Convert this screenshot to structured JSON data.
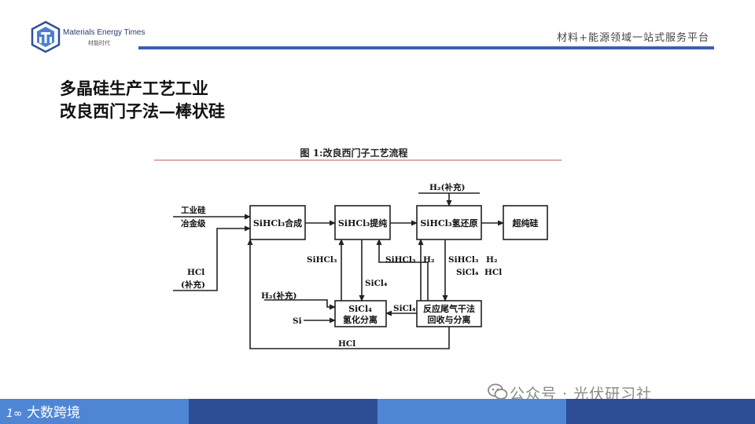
{
  "header": {
    "brand_en": "Materials Energy Times",
    "brand_cn": "材能时代",
    "tagline": "材料+能源领域一站式服务平台",
    "accent": "#3d5fae"
  },
  "slide": {
    "title_line1": "多晶硅生产工艺工业",
    "title_line2": "改良西门子法—棒状硅"
  },
  "figure": {
    "caption": "图 1:改良西门子工艺流程",
    "boxes": {
      "synth": "SiHCl₃合成",
      "purify": "SiHCl₃提纯",
      "reduce": "SiHCl₃氢还原",
      "product": "超纯硅",
      "hydro_1": "SiCl₄",
      "hydro_2": "氢化分离",
      "recover_1": "反应尾气干法",
      "recover_2": "回收与分离"
    },
    "labels": {
      "feed_si_1": "工业硅",
      "feed_si_2": "冶金级",
      "hcl_in": "HCl",
      "hcl_in_note": "(补充)",
      "h2_top": "H₂(补充)",
      "stream_sihcl3_a": "SiHCl₃",
      "stream_sicl4_a": "SiCl₄",
      "stream_sihcl3_b": "SiHCl₃",
      "stream_h2_a": "H₂",
      "stream_sihcl3_c": "SiHCl₃",
      "stream_h2_b": "H₂",
      "stream_sicl4_b": "SiCl₄",
      "stream_hcl_b": "HCl",
      "h2_side": "H₂(补充)",
      "si_side": "Si",
      "sicl4_recycle": "SiCl₄",
      "hcl_recycle": "HCl"
    }
  },
  "footer": {
    "watermark": "公众号 · 光伏研习社",
    "source_logo": "大数跨境",
    "colors": [
      "#4f86d4",
      "#2d4d95",
      "#4f86d4",
      "#2d4d95"
    ]
  }
}
